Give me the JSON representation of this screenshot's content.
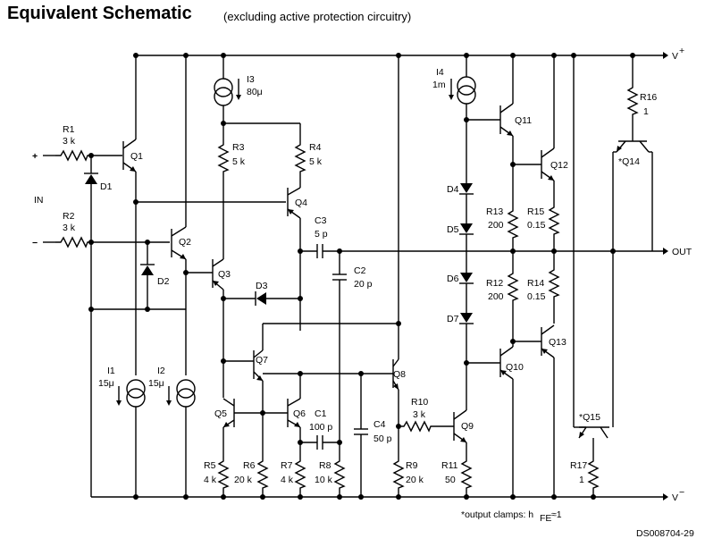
{
  "title": "Equivalent Schematic",
  "subtitle": "(excluding active protection circuitry)",
  "rails": {
    "vplus": "V",
    "vplus_sup": "+",
    "vminus": "V",
    "vminus_sup": "−"
  },
  "ports": {
    "plus": "+",
    "in": "IN",
    "minus": "−",
    "out": "OUT"
  },
  "resistors": {
    "r1": {
      "name": "R1",
      "value": "3 k"
    },
    "r2": {
      "name": "R2",
      "value": "3 k"
    },
    "r3": {
      "name": "R3",
      "value": "5 k"
    },
    "r4": {
      "name": "R4",
      "value": "5 k"
    },
    "r5": {
      "name": "R5",
      "value": "4 k"
    },
    "r6": {
      "name": "R6",
      "value": "20 k"
    },
    "r7": {
      "name": "R7",
      "value": "4 k"
    },
    "r8": {
      "name": "R8",
      "value": "10 k"
    },
    "r9": {
      "name": "R9",
      "value": "20 k"
    },
    "r10": {
      "name": "R10",
      "value": "3 k"
    },
    "r11": {
      "name": "R11",
      "value": "50"
    },
    "r12": {
      "name": "R12",
      "value": "200"
    },
    "r13": {
      "name": "R13",
      "value": "200"
    },
    "r14": {
      "name": "R14",
      "value": "0.15"
    },
    "r15": {
      "name": "R15",
      "value": "0.15"
    },
    "r16": {
      "name": "R16",
      "value": "1"
    },
    "r17": {
      "name": "R17",
      "value": "1"
    }
  },
  "capacitors": {
    "c1": {
      "name": "C1",
      "value": "100 p"
    },
    "c2": {
      "name": "C2",
      "value": "20 p"
    },
    "c3": {
      "name": "C3",
      "value": "5 p"
    },
    "c4": {
      "name": "C4",
      "value": "50 p"
    }
  },
  "sources": {
    "i1": {
      "name": "I1",
      "value": "15μ"
    },
    "i2": {
      "name": "I2",
      "value": "15μ"
    },
    "i3": {
      "name": "I3",
      "value": "80μ"
    },
    "i4": {
      "name": "I4",
      "value": "1m"
    }
  },
  "diodes": {
    "d1": "D1",
    "d2": "D2",
    "d3": "D3",
    "d4": "D4",
    "d5": "D5",
    "d6": "D6",
    "d7": "D7"
  },
  "transistors": {
    "q1": "Q1",
    "q2": "Q2",
    "q3": "Q3",
    "q4": "Q4",
    "q5": "Q5",
    "q6": "Q6",
    "q7": "Q7",
    "q8": "Q8",
    "q9": "Q9",
    "q10": "Q10",
    "q11": "Q11",
    "q12": "Q12",
    "q13": "Q13",
    "q14": "*Q14",
    "q15": "*Q15"
  },
  "footnote": "*output clamps: h",
  "footnote_sub": "FE",
  "footnote_tail": "≈1",
  "docid": "DS008704-29"
}
